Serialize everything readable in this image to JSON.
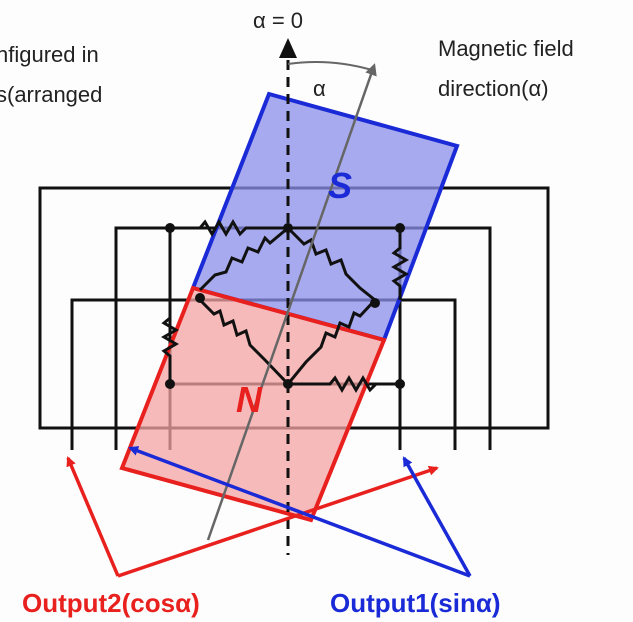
{
  "labels": {
    "alpha_zero": "α = 0",
    "alpha": "α",
    "left_text_line1": "nfigured in",
    "left_text_line2": "s(arranged",
    "field_line1": "Magnetic field",
    "field_line2": "direction(α)",
    "south": "S",
    "north": "N",
    "output2": "Output2(cosα)",
    "output1": "Output1(sinα)"
  },
  "colors": {
    "red": "#e8201e",
    "blue": "#1a2ad6",
    "south_fill": "#8a8de8",
    "north_fill": "#f4a3a3"
  }
}
